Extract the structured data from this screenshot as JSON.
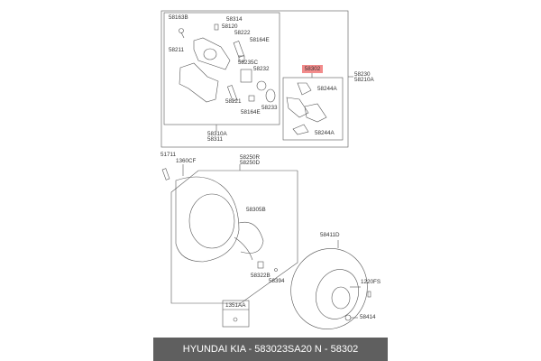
{
  "labels": {
    "l58163B": "58163B",
    "l58314": "58314",
    "l58120": "58120",
    "l58222": "58222",
    "l58164E_a": "58164E",
    "l58211": "58211",
    "l58235C": "58235C",
    "l58232": "58232",
    "l58302": "58302",
    "l58230": "58230",
    "l58210A": "58210A",
    "l58244A_a": "58244A",
    "l58221": "58221",
    "l58164E_b": "58164E",
    "l58233": "58233",
    "l58244A_b": "58244A",
    "l58310A": "58310A",
    "l58311": "58311",
    "l51711": "51711",
    "l1360CF": "1360CF",
    "l58250R": "58250R",
    "l58250D": "58250D",
    "l58305B": "58305B",
    "l58411D": "58411D",
    "l1220FS": "1220FS",
    "l58322B": "58322B",
    "l58394": "58394",
    "l1351AA": "1351AA",
    "l58414": "58414"
  },
  "highlight_color": "#f28b8b",
  "footer": {
    "text": "HYUNDAI  KIA - 583023SA20     N - 58302"
  }
}
